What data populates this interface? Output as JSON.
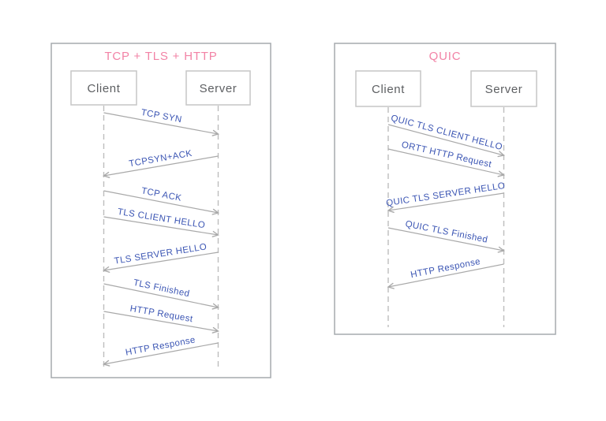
{
  "colors": {
    "title_pink": "#f283a6",
    "label_blue": "#3c56b4",
    "arrow_gray": "#a9a9a9",
    "lifeline_gray": "#bdbdbd",
    "panel_border": "#a5aaae",
    "box_border": "#c6c6c6",
    "actor_text": "#5d5f62",
    "background": "#ffffff"
  },
  "diagrams": [
    {
      "id": "tcp-tls-http",
      "title": "TCP + TLS + HTTP",
      "actors": [
        {
          "name": "Client"
        },
        {
          "name": "Server"
        }
      ],
      "messages": [
        {
          "label": "TCP SYN",
          "from": "client",
          "to": "server"
        },
        {
          "label": "TCPSYN+ACK",
          "from": "server",
          "to": "client"
        },
        {
          "label": "TCP ACK",
          "from": "client",
          "to": "server"
        },
        {
          "label": "TLS CLIENT HELLO",
          "from": "client",
          "to": "server"
        },
        {
          "label": "TLS SERVER HELLO",
          "from": "server",
          "to": "client"
        },
        {
          "label": "TLS Finished",
          "from": "client",
          "to": "server"
        },
        {
          "label": "HTTP Request",
          "from": "client",
          "to": "server"
        },
        {
          "label": "HTTP Response",
          "from": "server",
          "to": "client"
        }
      ]
    },
    {
      "id": "quic",
      "title": "QUIC",
      "actors": [
        {
          "name": "Client"
        },
        {
          "name": "Server"
        }
      ],
      "messages": [
        {
          "label": "QUIC TLS CLIENT HELLO",
          "from": "client",
          "to": "server"
        },
        {
          "label": "ORTT HTTP Request",
          "from": "client",
          "to": "server"
        },
        {
          "label": "QUIC TLS SERVER HELLO",
          "from": "server",
          "to": "client"
        },
        {
          "label": "QUIC TLS Finished",
          "from": "client",
          "to": "server"
        },
        {
          "label": "HTTP Response",
          "from": "server",
          "to": "client"
        }
      ]
    }
  ]
}
